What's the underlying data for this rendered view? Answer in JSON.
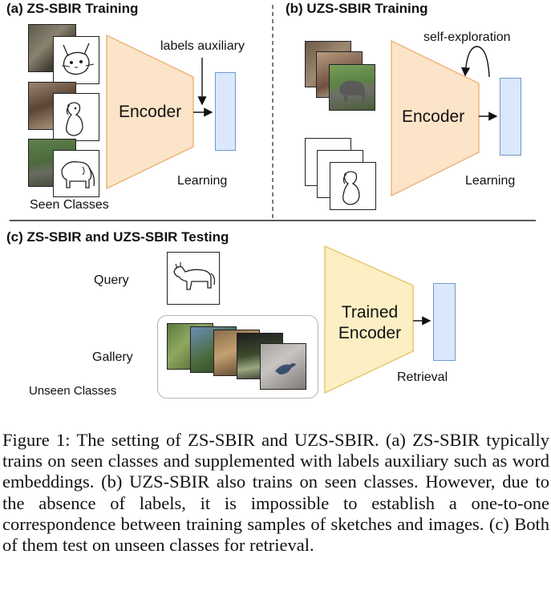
{
  "panel_a": {
    "title": "(a) ZS-SBIR Training",
    "encoder": "Encoder",
    "auxiliary": "labels auxiliary",
    "learning": "Learning",
    "seen": "Seen Classes"
  },
  "panel_b": {
    "title": "(b) UZS-SBIR Training",
    "encoder": "Encoder",
    "self_exploration": "self-exploration",
    "learning": "Learning"
  },
  "panel_c": {
    "title": "(c) ZS-SBIR and UZS-SBIR Testing",
    "query": "Query",
    "gallery": "Gallery",
    "unseen": "Unseen Classes",
    "encoder_line1": "Trained",
    "encoder_line2": "Encoder",
    "retrieval": "Retrieval"
  },
  "caption": "Figure 1: The setting of ZS-SBIR and UZS-SBIR. (a) ZS-SBIR typically trains on seen classes and supplemented with labels auxiliary such as word embeddings. (b) UZS-SBIR also trains on seen classes. However, due to the absence of labels, it is impossible to establish a one-to-one correspondence between training samples of sketches and images. (c) Both of them test on unseen classes for retrieval.",
  "colors": {
    "encoder_fill": "#fce4c8",
    "encoder_stroke": "#ebb57e",
    "trained_encoder_fill": "#fcefc4",
    "trained_encoder_stroke": "#e8c66c",
    "feature_fill": "#dbe8fb",
    "feature_stroke": "#6f98cf"
  },
  "icons": [
    "cat-photo",
    "cat-sketch",
    "dog-photo",
    "dog-sketch",
    "elephant-photo",
    "elephant-sketch",
    "horse-sketch",
    "gallery-photos"
  ]
}
